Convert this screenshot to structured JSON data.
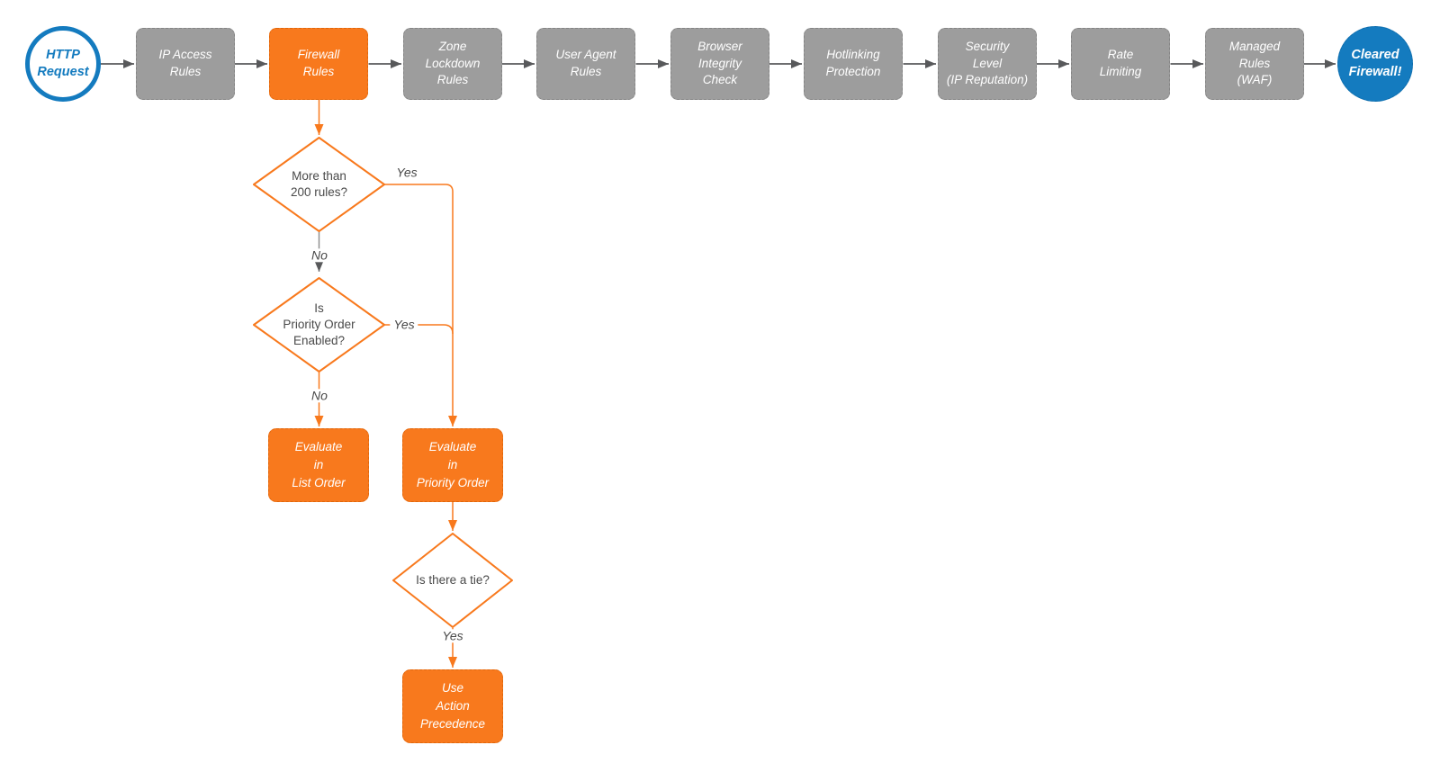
{
  "pipeline": {
    "start": {
      "label": "HTTP\nRequest"
    },
    "stages": [
      {
        "label": "IP Access\nRules"
      },
      {
        "label": "Firewall\nRules"
      },
      {
        "label": "Zone\nLockdown\nRules"
      },
      {
        "label": "User Agent\nRules"
      },
      {
        "label": "Browser\nIntegrity\nCheck"
      },
      {
        "label": "Hotlinking\nProtection"
      },
      {
        "label": "Security\nLevel\n(IP Reputation)"
      },
      {
        "label": "Rate\nLimiting"
      },
      {
        "label": "Managed\nRules\n(WAF)"
      }
    ],
    "end": {
      "label": "Cleared\nFirewall!"
    }
  },
  "branch": {
    "decision_rule_count": {
      "label": "More than\n200 rules?",
      "yes_label": "Yes",
      "no_label": "No"
    },
    "decision_priority_order": {
      "label": "Is\nPriority Order\nEnabled?",
      "yes_label": "Yes",
      "no_label": "No"
    },
    "evaluate_list_order": {
      "label": "Evaluate\nin\nList Order"
    },
    "evaluate_priority_order": {
      "label": "Evaluate\nin\nPriority Order"
    },
    "decision_tie": {
      "label": "Is there a tie?",
      "yes_label": "Yes"
    },
    "use_action_precedence": {
      "label": "Use\nAction\nPrecedence"
    }
  },
  "colors": {
    "accent_orange": "#F8791D",
    "stage_gray": "#9D9D9D",
    "brand_blue": "#147BBF",
    "arrow_gray": "#58595B",
    "text_dark": "#4A4A4A",
    "background": "#FFFFFF"
  }
}
